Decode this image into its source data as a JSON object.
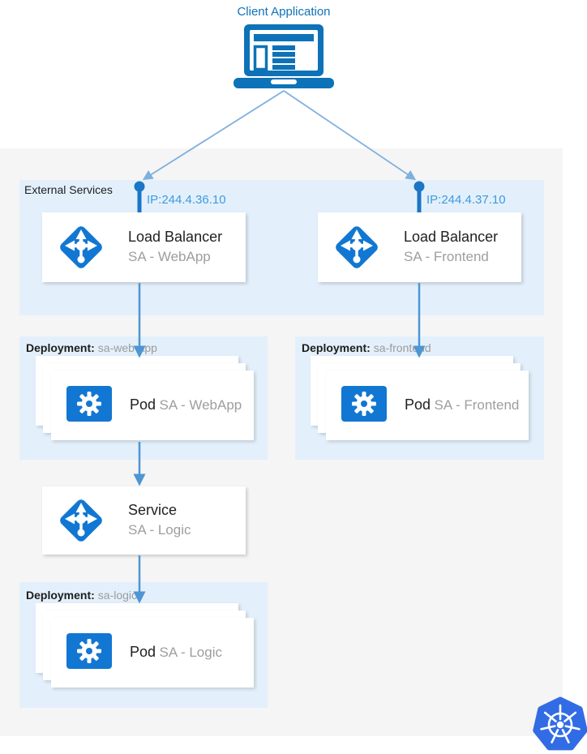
{
  "client": {
    "label": "Client Application"
  },
  "external_services": {
    "label": "External Services",
    "load_balancers": [
      {
        "ip_label": "IP:244.4.36.10",
        "title": "Load Balancer",
        "subtitle": "SA - WebApp"
      },
      {
        "ip_label": "IP:244.4.37.10",
        "title": "Load Balancer",
        "subtitle": "SA - Frontend"
      }
    ]
  },
  "deployments": [
    {
      "label": "Deployment:",
      "name": "sa-web-app",
      "pod": {
        "title": "Pod",
        "subtitle": "SA - WebApp"
      }
    },
    {
      "label": "Deployment:",
      "name": "sa-frontend",
      "pod": {
        "title": "Pod",
        "subtitle": "SA - Frontend"
      }
    },
    {
      "label": "Deployment:",
      "name": "sa-logic",
      "pod": {
        "title": "Pod",
        "subtitle": "SA - Logic"
      }
    }
  ],
  "service": {
    "title": "Service",
    "subtitle": "SA - Logic"
  },
  "icons": {
    "client": "laptop-icon",
    "load_balancer": "load-balancer-icon",
    "service": "load-balancer-icon",
    "pod": "gear-icon",
    "cluster": "kubernetes-logo-icon"
  },
  "colors": {
    "laptop-blue": "#0e72b8",
    "icon-blue": "#1177d2",
    "ip-text-blue": "#3f9ae0",
    "pin-blue": "#1b76c5",
    "connector-blue": "#4e95d3",
    "connector-light-blue": "#7fb0de",
    "cluster-gray": "#f5f5f5",
    "box-light-blue": "#e3f0fb",
    "kubernetes-blue": "#326ce5",
    "title-text": "#212121",
    "subtitle-text": "#9e9e9e"
  }
}
